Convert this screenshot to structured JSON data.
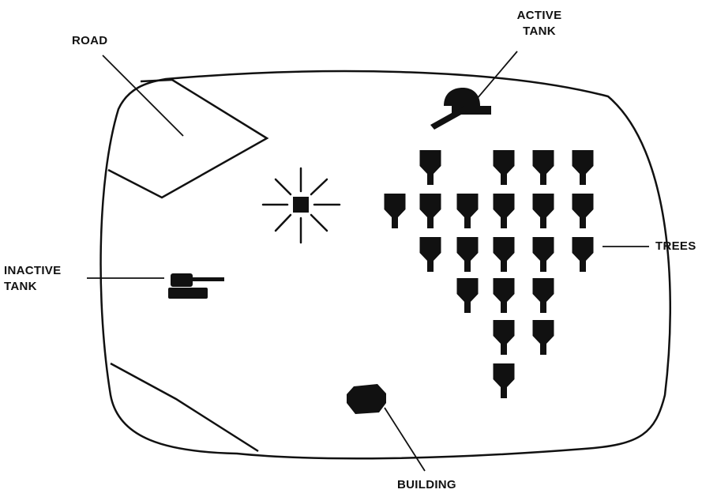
{
  "labels": {
    "road": "ROAD",
    "active_tank_line1": "ACTIVE",
    "active_tank_line2": "TANK",
    "trees": "TREES",
    "inactive_tank_line1": "INACTIVE",
    "inactive_tank_line2": "TANK",
    "building": "BUILDING"
  },
  "colors": {
    "ink": "#111111",
    "screen_background": "#ffffff"
  },
  "icons": {
    "active_tank": "tank-turret-icon",
    "inactive_tank": "tank-outline-icon",
    "explosion": "starburst-icon",
    "tree": "tree-icon",
    "building": "building-icon"
  }
}
